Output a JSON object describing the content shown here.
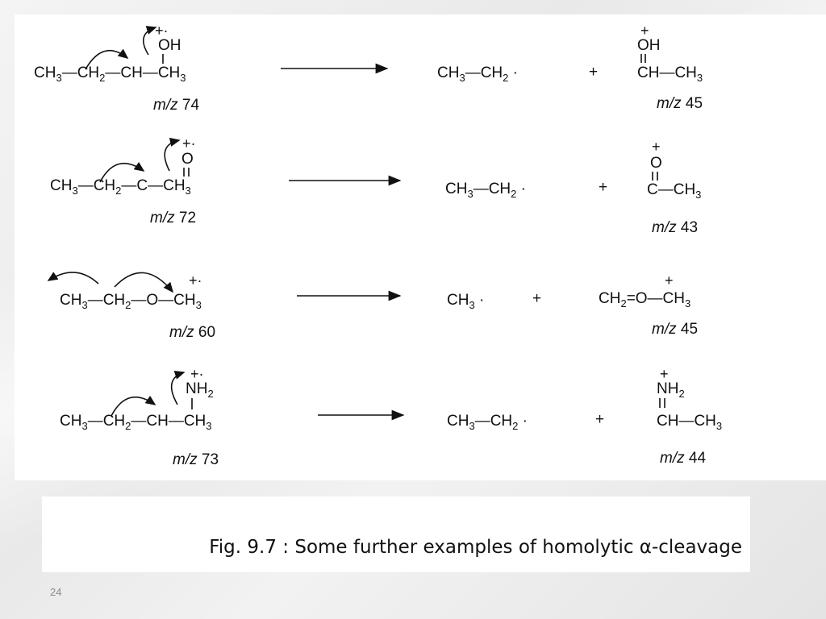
{
  "slide": {
    "page_number": "24",
    "caption": "Fig. 9.7 : Some further examples of homolytic α-cleavage"
  },
  "reactions": [
    {
      "reactant_mz": "74",
      "radical": "CH3—CH2·",
      "cation_mz": "45"
    },
    {
      "reactant_mz": "72",
      "radical": "CH3—CH2·",
      "cation_mz": "43"
    },
    {
      "reactant_mz": "60",
      "radical": "CH3·",
      "cation_mz": "45"
    },
    {
      "reactant_mz": "73",
      "radical": "CH3—CH2·",
      "cation_mz": "44"
    }
  ],
  "labels": {
    "mz_prefix": "m/z",
    "plus": "+",
    "radical_cation": "+·",
    "OH": "OH",
    "O": "O",
    "NH": "NH",
    "two": "2",
    "three": "3"
  }
}
